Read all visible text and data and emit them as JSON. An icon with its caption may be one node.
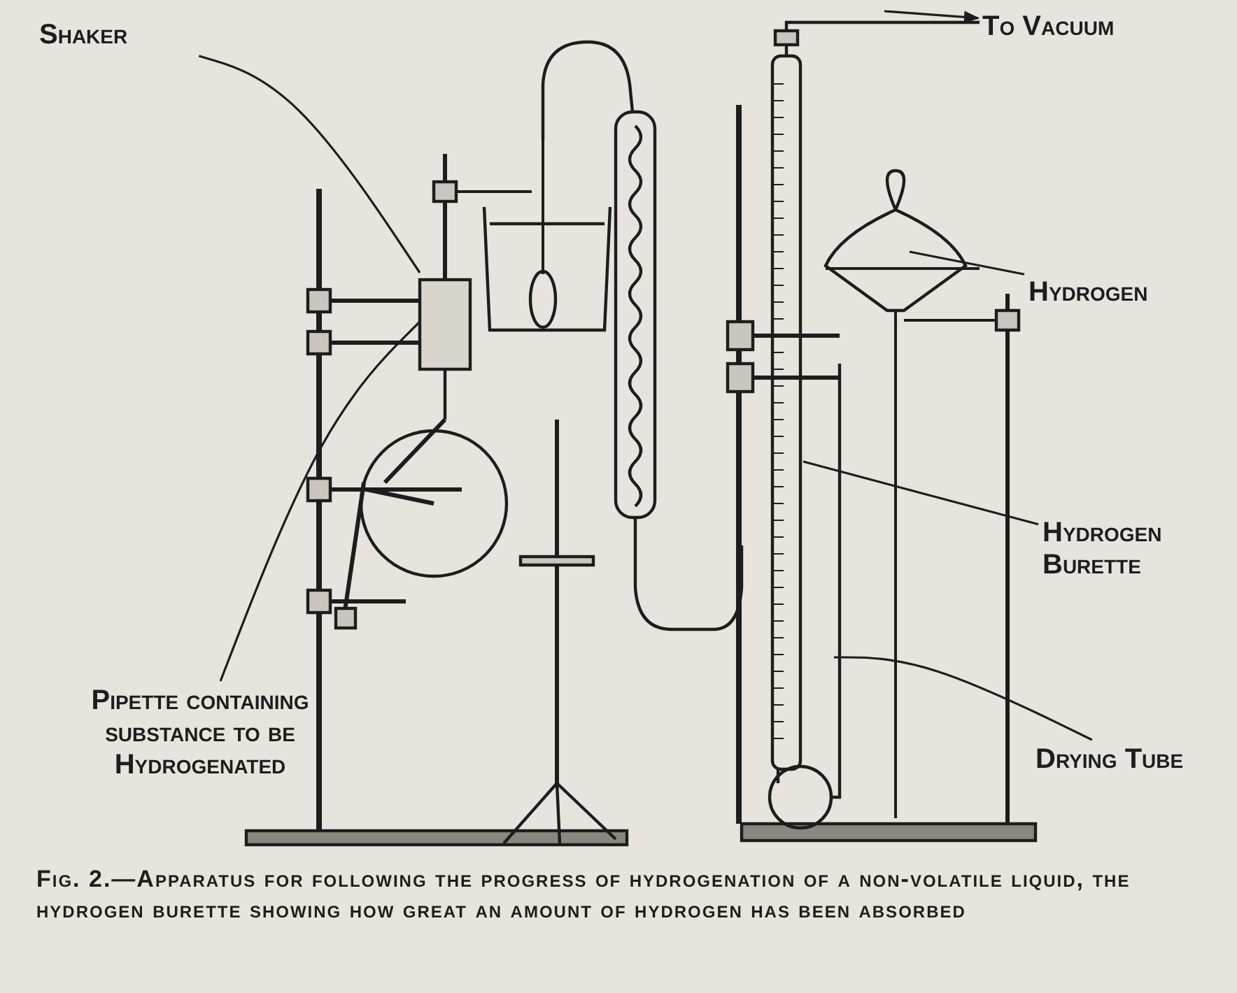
{
  "diagram": {
    "caption": "Fig. 2.—Apparatus for following the progress of hydrogenation of a non-volatile liquid, the hydrogen burette showing how great an amount of hydrogen has been absorbed",
    "nodes": [
      {
        "text": [
          "Shaker"
        ]
      },
      {
        "text": [
          "To Vacuum"
        ]
      },
      {
        "text": [
          "Hydrogen"
        ]
      },
      {
        "text": [
          "Hydrogen Burette"
        ]
      },
      {
        "text": [
          "Drying Tube"
        ]
      },
      {
        "text": [
          "Pipette containing substance to be Hydrogenated"
        ]
      }
    ],
    "edges": [
      {
        "from": 0,
        "to": null,
        "arrow": "none"
      },
      {
        "from": null,
        "to": 1,
        "arrow": "to"
      },
      {
        "from": 2,
        "to": null,
        "arrow": "none"
      },
      {
        "from": 3,
        "to": null,
        "arrow": "none"
      },
      {
        "from": 4,
        "to": null,
        "arrow": "none"
      },
      {
        "from": 5,
        "to": null,
        "arrow": "none"
      }
    ]
  }
}
